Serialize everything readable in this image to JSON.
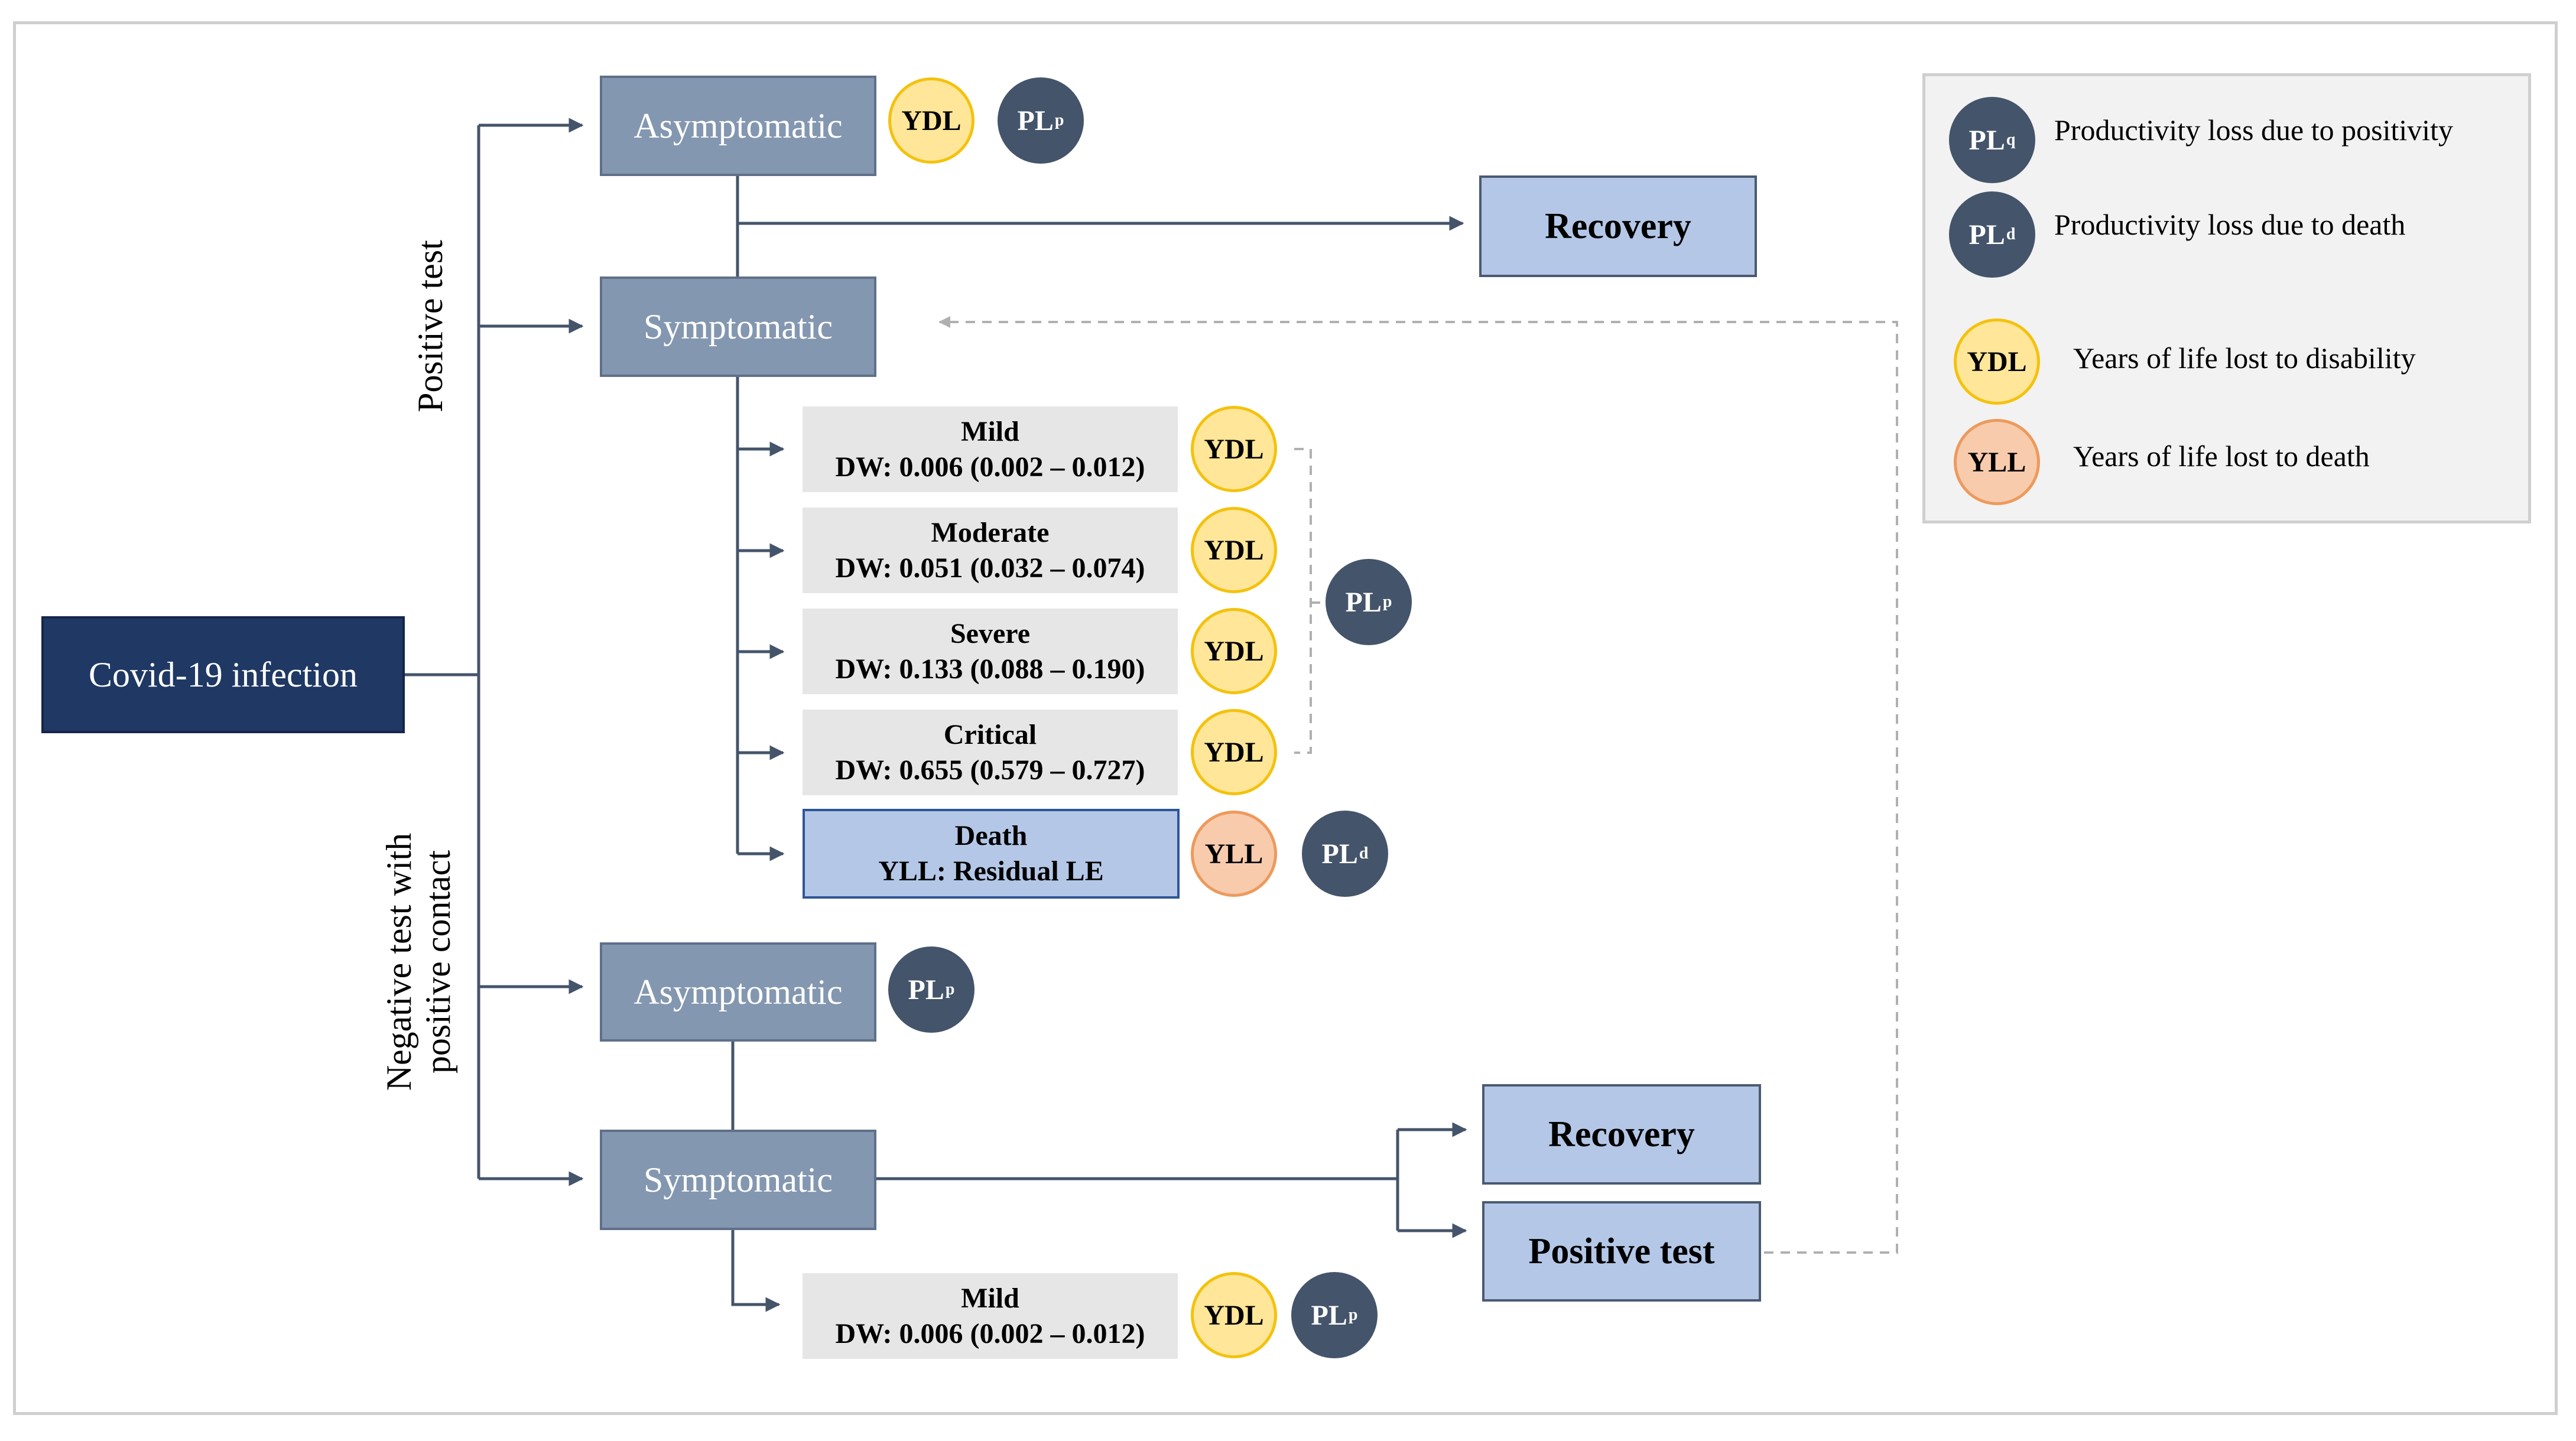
{
  "root": {
    "label": "Covid-19 infection"
  },
  "branches": {
    "positive_test_label": "Positive test",
    "negative_test_label_line1": "Negative test with",
    "negative_test_label_line2": "positive contact"
  },
  "positive_branch": {
    "asymptomatic": "Asymptomatic",
    "symptomatic": "Symptomatic",
    "recovery": "Recovery",
    "severity": [
      {
        "name": "Mild",
        "dw": "DW: 0.006 (0.002 – 0.012)"
      },
      {
        "name": "Moderate",
        "dw": "DW: 0.051 (0.032 – 0.074)"
      },
      {
        "name": "Severe",
        "dw": "DW: 0.133 (0.088 – 0.190)"
      },
      {
        "name": "Critical",
        "dw": "DW: 0.655 (0.579 – 0.727)"
      }
    ],
    "death": {
      "name": "Death",
      "yll": "YLL: Residual LE"
    }
  },
  "negative_branch": {
    "asymptomatic": "Asymptomatic",
    "symptomatic": "Symptomatic",
    "recovery": "Recovery",
    "positive_test": "Positive test",
    "mild": {
      "name": "Mild",
      "dw": "DW: 0.006 (0.002 – 0.012)"
    }
  },
  "badges": {
    "ydl": "YDL",
    "yll": "YLL",
    "pl": "PL",
    "pl_p_sub": "p",
    "pl_q_sub": "q",
    "pl_d_sub": "d"
  },
  "legend": {
    "plq_text": "Productivity loss due to positivity",
    "pld_text": "Productivity loss due to death",
    "ydl_text": "Years of life lost to disability",
    "yll_text": "Years of life lost to death"
  },
  "colors": {
    "navy": "#1f3864",
    "slate": "#8497b0",
    "light_blue": "#b4c7e7",
    "grey": "#e7e6e6",
    "ydl_fill": "#ffe699",
    "yll_fill": "#f8cbad",
    "pl_fill": "#44546a",
    "line": "#44546a"
  }
}
